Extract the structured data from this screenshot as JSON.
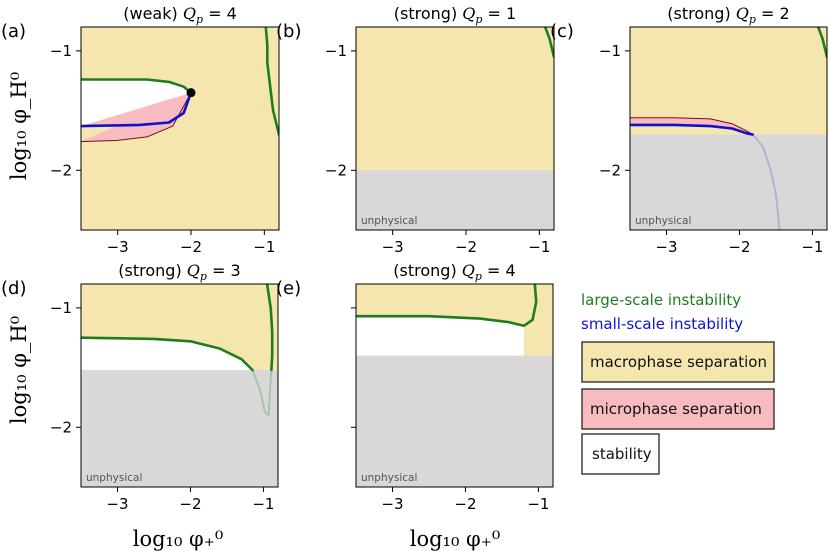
{
  "figure": {
    "xlabel": "log₁₀ φ₊⁰",
    "ylabel": "log₁₀ φ_H⁰"
  },
  "legend": {
    "large_scale": "large-scale instability",
    "small_scale": "small-scale instability",
    "macro": "macrophase separation",
    "micro": "microphase separation",
    "stability": "stability"
  },
  "colors": {
    "macro": "#f5e6b0",
    "micro": "#f8bcc0",
    "stable": "#ffffff",
    "unphysical": "#d8d8d8",
    "large_scale": "#1e7d1e",
    "small_scale": "#1010d0",
    "micro_edge": "#7a1010"
  },
  "chart_data": [
    {
      "panel": "(a)",
      "title": "(weak) Q_p = 4",
      "regime": "weak",
      "Qp": "4",
      "type": "line",
      "xlim": [
        -3.5,
        -0.8
      ],
      "ylim": [
        -2.5,
        -0.8
      ],
      "xticks": [
        -3,
        -2,
        -1
      ],
      "yticks": [
        -2,
        -1
      ],
      "show_xticklabels": true,
      "show_yticklabels": true,
      "unphysical_below": null,
      "unphysical_label": "",
      "critical_point": {
        "x": -2.0,
        "y": -1.35
      },
      "large_scale_right": [
        [
          -0.98,
          -0.8
        ],
        [
          -0.96,
          -0.95
        ],
        [
          -0.96,
          -1.1
        ],
        [
          -0.92,
          -1.3
        ],
        [
          -0.88,
          -1.5
        ],
        [
          -0.8,
          -1.7
        ]
      ],
      "large_scale_left": [
        [
          -3.5,
          -1.24
        ],
        [
          -2.6,
          -1.24
        ],
        [
          -2.3,
          -1.26
        ],
        [
          -2.1,
          -1.3
        ],
        [
          -2.0,
          -1.35
        ]
      ],
      "small_scale": [
        [
          -2.0,
          -1.35
        ],
        [
          -2.1,
          -1.52
        ],
        [
          -2.3,
          -1.6
        ],
        [
          -2.7,
          -1.62
        ],
        [
          -3.5,
          -1.63
        ]
      ],
      "micro_lower": [
        [
          -3.5,
          -1.76
        ],
        [
          -3.0,
          -1.75
        ],
        [
          -2.6,
          -1.72
        ],
        [
          -2.25,
          -1.63
        ],
        [
          -2.0,
          -1.35
        ]
      ]
    },
    {
      "panel": "(b)",
      "title": "(strong) Q_p = 1",
      "regime": "strong",
      "Qp": "1",
      "type": "line",
      "xlim": [
        -3.5,
        -0.8
      ],
      "ylim": [
        -2.5,
        -0.8
      ],
      "xticks": [
        -3,
        -2,
        -1
      ],
      "yticks": [
        -2,
        -1
      ],
      "show_xticklabels": true,
      "show_yticklabels": true,
      "unphysical_below": -2.0,
      "unphysical_label": "unphysical",
      "large_scale_right": [
        [
          -0.92,
          -0.8
        ],
        [
          -0.86,
          -0.9
        ],
        [
          -0.82,
          -1.0
        ],
        [
          -0.8,
          -1.05
        ]
      ]
    },
    {
      "panel": "(c)",
      "title": "(strong) Q_p = 2",
      "regime": "strong",
      "Qp": "2",
      "type": "line",
      "xlim": [
        -3.5,
        -0.8
      ],
      "ylim": [
        -2.5,
        -0.8
      ],
      "xticks": [
        -3,
        -2,
        -1
      ],
      "yticks": [
        -2,
        -1
      ],
      "show_xticklabels": true,
      "show_yticklabels": true,
      "unphysical_below": -1.7,
      "unphysical_label": "unphysical",
      "large_scale_right": [
        [
          -0.92,
          -0.8
        ],
        [
          -0.86,
          -0.9
        ],
        [
          -0.82,
          -1.0
        ],
        [
          -0.8,
          -1.05
        ]
      ],
      "micro_upper": [
        [
          -3.5,
          -1.56
        ],
        [
          -2.9,
          -1.56
        ],
        [
          -2.4,
          -1.57
        ],
        [
          -2.1,
          -1.61
        ],
        [
          -1.9,
          -1.67
        ],
        [
          -1.82,
          -1.7
        ]
      ],
      "small_scale": [
        [
          -3.5,
          -1.62
        ],
        [
          -2.9,
          -1.62
        ],
        [
          -2.4,
          -1.63
        ],
        [
          -2.1,
          -1.65
        ],
        [
          -1.9,
          -1.69
        ],
        [
          -1.82,
          -1.7
        ]
      ],
      "faded_curve": [
        [
          -1.82,
          -1.7
        ],
        [
          -1.68,
          -1.8
        ],
        [
          -1.58,
          -1.98
        ],
        [
          -1.5,
          -2.2
        ],
        [
          -1.45,
          -2.5
        ]
      ]
    },
    {
      "panel": "(d)",
      "title": "(strong) Q_p = 3",
      "regime": "strong",
      "Qp": "3",
      "type": "line",
      "xlim": [
        -3.5,
        -0.8
      ],
      "ylim": [
        -2.5,
        -0.8
      ],
      "xticks": [
        -3,
        -2,
        -1
      ],
      "yticks": [
        -2,
        -1
      ],
      "show_xticklabels": true,
      "show_yticklabels": true,
      "unphysical_below": -1.52,
      "unphysical_label": "unphysical",
      "large_scale_right": [
        [
          -0.95,
          -0.8
        ],
        [
          -0.9,
          -1.0
        ],
        [
          -0.88,
          -1.2
        ],
        [
          -0.88,
          -1.4
        ],
        [
          -0.89,
          -1.52
        ]
      ],
      "large_scale_left": [
        [
          -3.5,
          -1.25
        ],
        [
          -2.5,
          -1.26
        ],
        [
          -2.0,
          -1.28
        ],
        [
          -1.6,
          -1.34
        ],
        [
          -1.3,
          -1.43
        ],
        [
          -1.15,
          -1.52
        ]
      ],
      "faded_curve": [
        [
          -1.15,
          -1.52
        ],
        [
          -1.05,
          -1.68
        ],
        [
          -0.98,
          -1.87
        ],
        [
          -0.93,
          -1.9
        ],
        [
          -0.9,
          -1.6
        ],
        [
          -0.89,
          -1.52
        ]
      ]
    },
    {
      "panel": "(e)",
      "title": "(strong) Q_p = 4",
      "regime": "strong",
      "Qp": "4",
      "type": "line",
      "xlim": [
        -3.5,
        -0.8
      ],
      "ylim": [
        -2.5,
        -0.8
      ],
      "xticks": [
        -3,
        -2,
        -1
      ],
      "yticks": [
        -2,
        -1
      ],
      "show_xticklabels": true,
      "show_yticklabels": false,
      "unphysical_below": -1.4,
      "unphysical_label": "unphysical",
      "large_scale_loop": [
        [
          -3.5,
          -1.07
        ],
        [
          -2.5,
          -1.07
        ],
        [
          -1.8,
          -1.09
        ],
        [
          -1.4,
          -1.12
        ],
        [
          -1.2,
          -1.15
        ],
        [
          -1.08,
          -1.1
        ],
        [
          -1.03,
          -0.95
        ],
        [
          -1.05,
          -0.8
        ]
      ]
    }
  ]
}
